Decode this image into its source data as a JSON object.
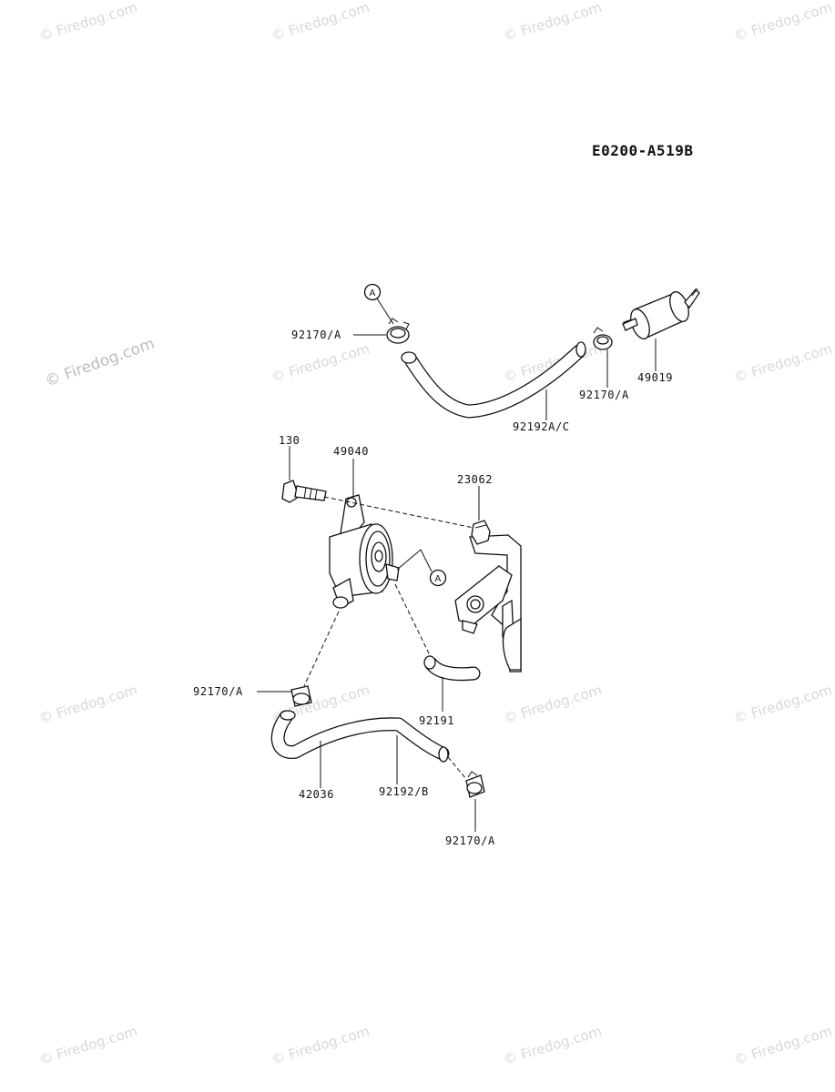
{
  "diagram_code": "E0200-A519B",
  "watermark": {
    "text": "© Firedog.com"
  },
  "parts": {
    "clamp_top": "92170/A",
    "clamp_right": "92170/A",
    "filter": "49019",
    "hose_top": "92192A/C",
    "bolt": "130",
    "pump": "49040",
    "bracket": "23062",
    "clamp_left": "92170/A",
    "hose_short": "92191",
    "hose_bottom": "42036",
    "hose_bottom_b": "92192/B",
    "clamp_bottom": "92170/A"
  },
  "reference_marks": {
    "top": "A",
    "pump_outlet": "A"
  }
}
